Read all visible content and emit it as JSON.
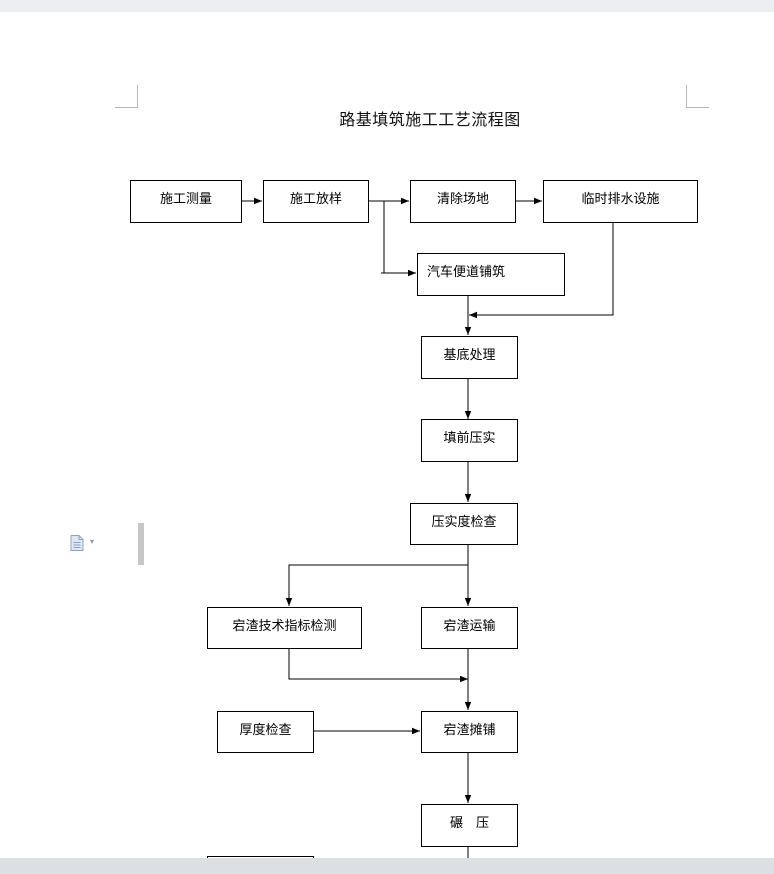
{
  "document": {
    "title": "路基填筑施工工艺流程图"
  },
  "flowchart": {
    "nodes": {
      "survey": "施工测量",
      "stakeout": "施工放样",
      "clear_site": "清除场地",
      "temp_drainage": "临时排水设施",
      "access_road": "汽车便道铺筑",
      "base_treatment": "基底处理",
      "pre_compaction": "填前压实",
      "compaction_check": "压实度检查",
      "slag_test": "宕渣技术指标检测",
      "slag_transport": "宕渣运输",
      "thickness_check": "厚度检查",
      "slag_spread": "宕渣摊铺",
      "rolling": "碾　压"
    },
    "edges": [
      [
        "survey",
        "stakeout"
      ],
      [
        "stakeout",
        "clear_site"
      ],
      [
        "stakeout",
        "access_road"
      ],
      [
        "clear_site",
        "temp_drainage"
      ],
      [
        "access_road",
        "base_treatment"
      ],
      [
        "temp_drainage",
        "base_treatment"
      ],
      [
        "base_treatment",
        "pre_compaction"
      ],
      [
        "pre_compaction",
        "compaction_check"
      ],
      [
        "compaction_check",
        "slag_test"
      ],
      [
        "compaction_check",
        "slag_transport"
      ],
      [
        "slag_test",
        "slag_spread"
      ],
      [
        "slag_transport",
        "slag_spread"
      ],
      [
        "thickness_check",
        "slag_spread"
      ],
      [
        "slag_spread",
        "rolling"
      ]
    ]
  },
  "icons": {
    "margin_doc_icon": "document-icon",
    "margin_doc_caret": "chevron-down-icon"
  },
  "colors": {
    "line": "#000000",
    "page": "#ffffff",
    "background": "#e6e8ec"
  }
}
